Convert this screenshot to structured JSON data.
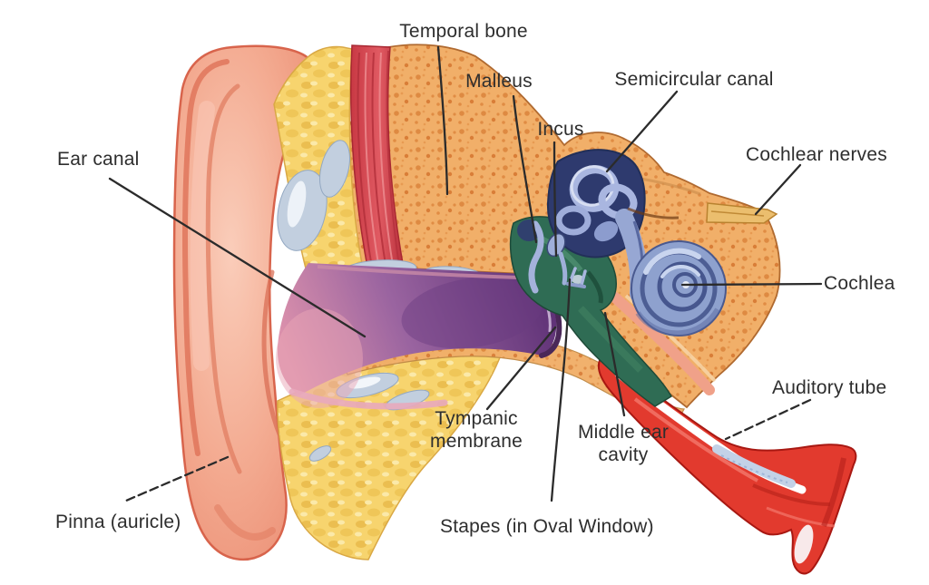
{
  "labels": {
    "temporal_bone": "Temporal bone",
    "malleus": "Malleus",
    "incus": "Incus",
    "semicircular_canal": "Semicircular canal",
    "cochlear_nerves": "Cochlear nerves",
    "ear_canal": "Ear canal",
    "cochlea": "Cochlea",
    "auditory_tube": "Auditory tube",
    "tympanic_membrane": "Tympanic membrane",
    "middle_ear_cavity": "Middle ear cavity",
    "stapes": "Stapes (in Oval Window)",
    "pinna": "Pinna (auricle)"
  },
  "colors": {
    "background": "#ffffff",
    "label_text": "#2e2e2e",
    "leader_line": "#2b2b2b",
    "pinna_skin": "#F2A68E",
    "fatty_tissue": "#F7D46E",
    "muscle": "#D84850",
    "temporal_bone": "#F1B06A",
    "ear_canal": "#6A3C80",
    "middle_ear_cavity": "#2F6C54",
    "ossicles": "#9FAFD9",
    "inner_ear_recess": "#2E3A6E",
    "cochlea": "#8EA1CE",
    "auditory_tube": "#E23A2E",
    "cartilage_patch": "#C2CFDF",
    "cochlear_nerve": "#EBBE6E"
  }
}
